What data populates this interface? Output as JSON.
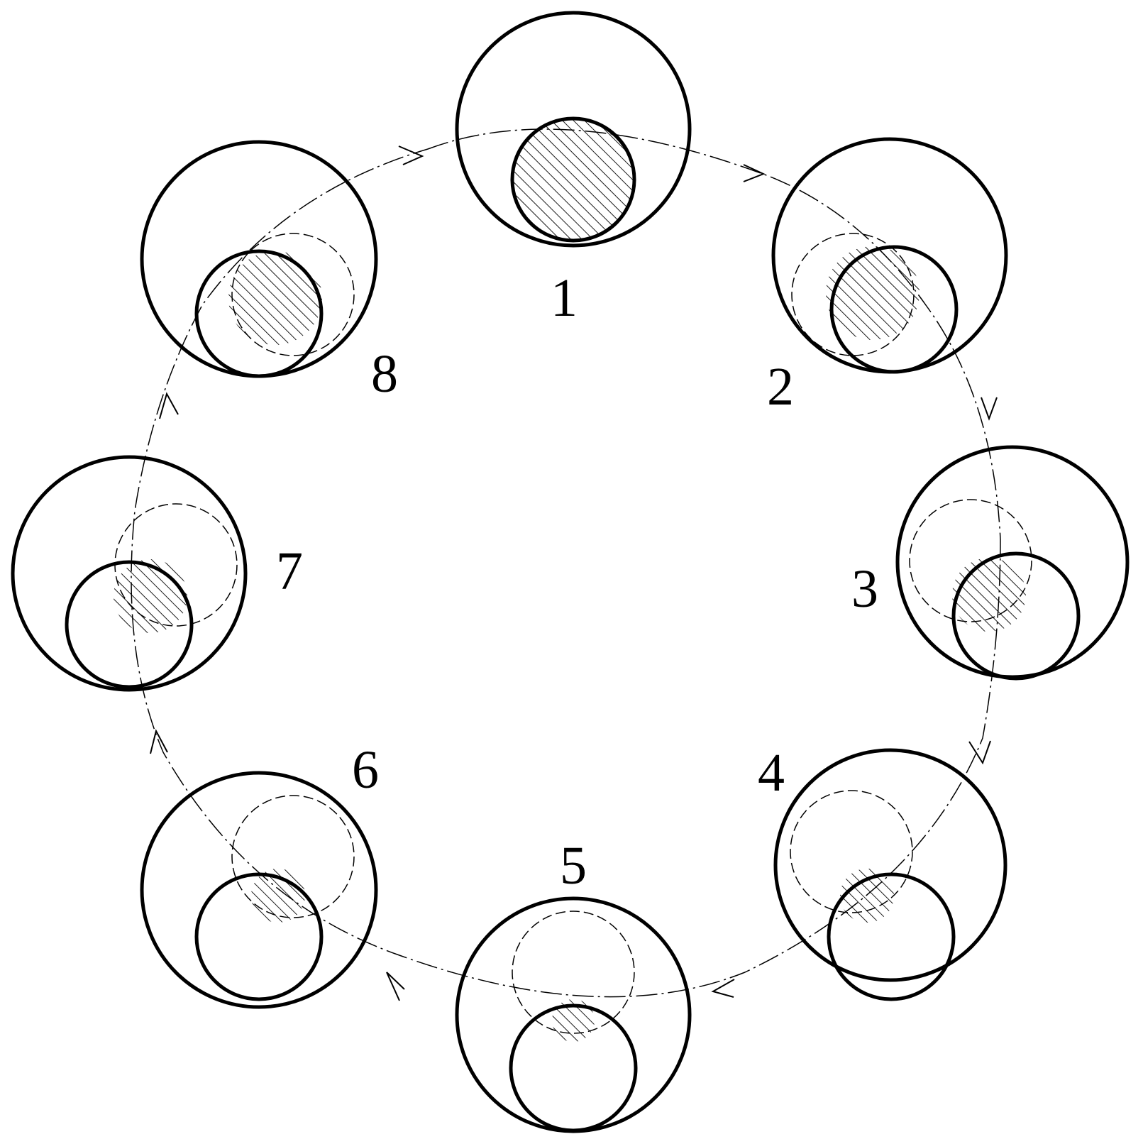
{
  "diagram": {
    "colors": {
      "stroke": "#000000",
      "background": "#ffffff"
    },
    "stages": [
      {
        "label": "1"
      },
      {
        "label": "2"
      },
      {
        "label": "3"
      },
      {
        "label": "4"
      },
      {
        "label": "5"
      },
      {
        "label": "6"
      },
      {
        "label": "7"
      },
      {
        "label": "8"
      }
    ]
  }
}
